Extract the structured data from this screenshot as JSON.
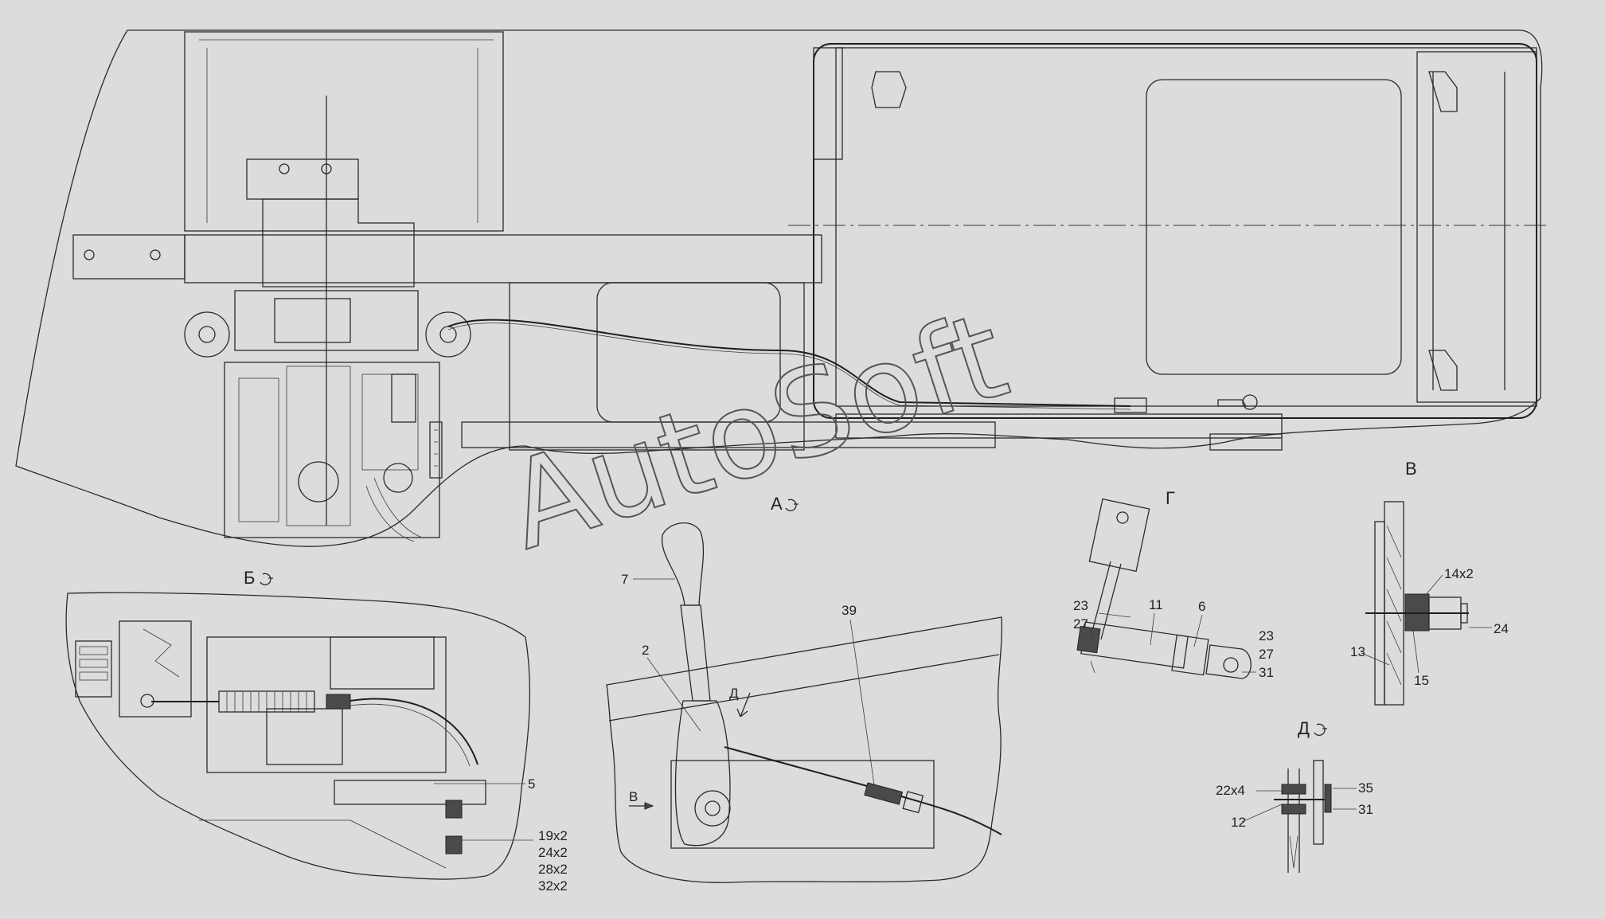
{
  "watermark": "AutoSoft",
  "views": {
    "A": "А",
    "B": "Б",
    "V": "В",
    "G": "Г",
    "D": "Д"
  },
  "callouts": {
    "c7": "7",
    "c2": "2",
    "c39": "39",
    "cD_arrow": "Д",
    "cV_arrow": "В",
    "c5": "5",
    "c19": "19х2",
    "c24x2": "24х2",
    "c28": "28х2",
    "c32": "32х2",
    "c11": "11",
    "c6": "6",
    "c23a": "23",
    "c27a": "27",
    "c23b": "23",
    "c27b": "27",
    "c31a": "31",
    "c14": "14х2",
    "c24": "24",
    "c13": "13",
    "c15": "15",
    "c22": "22х4",
    "c12": "12",
    "c35": "35",
    "c31b": "31"
  }
}
